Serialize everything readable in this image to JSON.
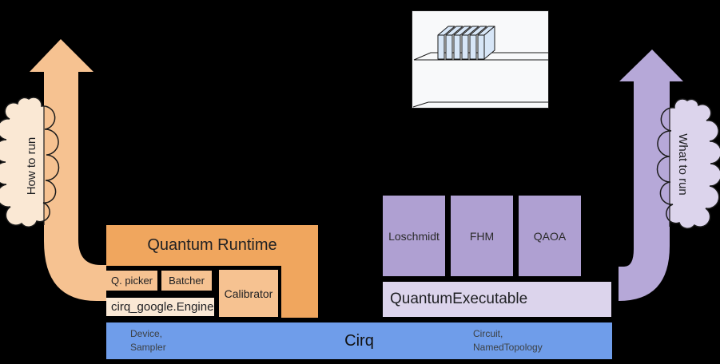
{
  "clouds": {
    "left_label": "How to run",
    "right_label": "What to run"
  },
  "runtime": {
    "title": "Quantum Runtime",
    "q_picker": "Q. picker",
    "batcher": "Batcher",
    "calibrator": "Calibrator",
    "engine": "cirq_google.Engine"
  },
  "executable": {
    "programs": [
      "Loschmidt",
      "FHM",
      "QAOA"
    ],
    "container_label": "QuantumExecutable"
  },
  "cirq": {
    "title": "Cirq",
    "left_note": [
      "Device,",
      "Sampler"
    ],
    "right_note": [
      "Circuit,",
      "NamedTopology"
    ]
  },
  "icons": {
    "hardware": "server-racks-icon",
    "left_arrow": "up-arrow",
    "right_arrow": "up-arrow",
    "left_cloud": "cloud",
    "right_cloud": "cloud"
  },
  "colors": {
    "bg": "#000000",
    "orange_deep": "#F0A65E",
    "orange_mid": "#F6C291",
    "orange_pale": "#FAE8D4",
    "purple_mid": "#AFA0D2",
    "purple_arrow": "#B6A8D8",
    "purple_pale": "#DCD4EC",
    "blue_bar": "#6F9DEA",
    "panel_bg": "#F8F9FA",
    "rack_fill": "#D7E6F7",
    "ink": "#202124",
    "ink_soft": "#3C4043",
    "outline": "#1A1A1A"
  }
}
